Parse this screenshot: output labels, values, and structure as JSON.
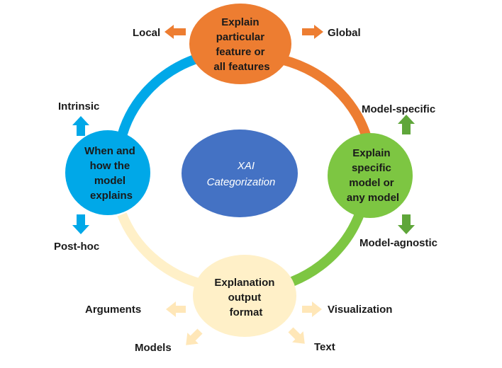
{
  "colors": {
    "orange": "#ED7D31",
    "green": "#7DC642",
    "blue": "#00A8E8",
    "cream": "#FFF0C8",
    "center": "#4472C4",
    "green_arrow": "#5FA63A",
    "orange_arrow": "#ED7D31",
    "blue_arrow": "#00A8E8",
    "cream_arrow": "#FFE7B8"
  },
  "center": {
    "lines": [
      "XAI",
      "Categorization"
    ]
  },
  "nodes": {
    "top": {
      "lines": [
        "Explain",
        "particular",
        "feature or",
        "all features"
      ]
    },
    "right": {
      "lines": [
        "Explain",
        "specific",
        "model or",
        "any model"
      ]
    },
    "bottom": {
      "lines": [
        "Explanation",
        "output",
        "format"
      ]
    },
    "left": {
      "lines": [
        "When and",
        "how the",
        "model",
        "explains"
      ]
    }
  },
  "labels": {
    "local": "Local",
    "global": "Global",
    "model_specific": "Model-specific",
    "model_agnostic": "Model-agnostic",
    "intrinsic": "Intrinsic",
    "post_hoc": "Post-hoc",
    "arguments": "Arguments",
    "visualization": "Visualization",
    "models": "Models",
    "text": "Text"
  }
}
